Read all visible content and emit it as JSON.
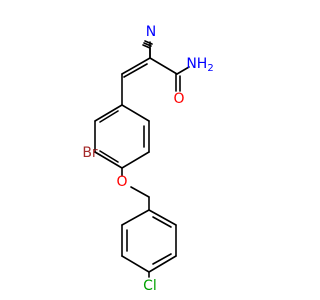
{
  "molecule": {
    "atoms": {
      "n_nitrile": {
        "text": "N",
        "color": "#0000ff"
      },
      "nh2": {
        "text": "NH",
        "sub": "2",
        "color": "#0000ff"
      },
      "o_carbonyl": {
        "text": "O",
        "color": "#ff0000"
      },
      "br": {
        "text": "Br",
        "color": "#a52a2a"
      },
      "o_ether": {
        "text": "O",
        "color": "#ff0000"
      },
      "cl": {
        "text": "Cl",
        "color": "#00a000"
      }
    }
  }
}
